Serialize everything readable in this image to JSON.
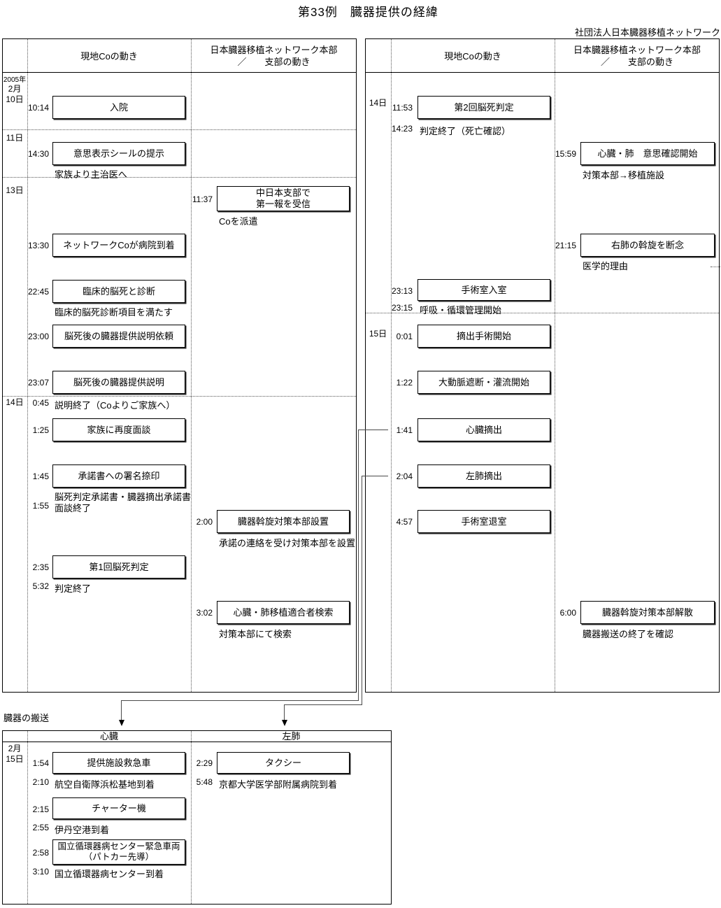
{
  "title": "第33例　臓器提供の経緯",
  "org": "社団法人日本臓器移植ネットワーク",
  "headers": {
    "local": "現地Coの動き",
    "hq": "日本臓器移植ネットワーク本部\n／　　支部の動き"
  },
  "left": {
    "dates": {
      "year": "2005年",
      "d10": "2月\n10日",
      "d11": "11日",
      "d13": "13日",
      "d14": "14日"
    },
    "events": [
      {
        "time": "10:14",
        "box": "入院"
      },
      {
        "time": "14:30",
        "box": "意思表示シールの提示",
        "note": "家族より主治医へ"
      },
      {
        "time": "11:37",
        "box": "中日本支部で\n第一報を受信",
        "note": "Coを派遣"
      },
      {
        "time": "13:30",
        "box": "ネットワークCoが病院到着"
      },
      {
        "time": "22:45",
        "box": "臨床的脳死と診断",
        "note": "臨床的脳死診断項目を満たす"
      },
      {
        "time": "23:00",
        "box": "脳死後の臓器提供説明依頼"
      },
      {
        "time": "23:07",
        "box": "脳死後の臓器提供説明"
      },
      {
        "time": "0:45",
        "text": "説明終了（Coよりご家族へ）"
      },
      {
        "time": "1:25",
        "box": "家族に再度面談"
      },
      {
        "time": "1:45",
        "box": "承諾書への署名捺印",
        "note": "脳死判定承諾書・臓器摘出承諾書"
      },
      {
        "time": "1:55",
        "text": "面談終了"
      },
      {
        "time": "2:00",
        "box": "臓器斡旋対策本部設置",
        "note": "承諾の連絡を受け対策本部を設置"
      },
      {
        "time": "2:35",
        "box": "第1回脳死判定"
      },
      {
        "time": "5:32",
        "text": "判定終了"
      },
      {
        "time": "3:02",
        "box": "心臓・肺移植適合者検索",
        "note": "対策本部にて検索"
      }
    ]
  },
  "right": {
    "dates": {
      "d14": "14日",
      "d15": "15日"
    },
    "events": [
      {
        "time": "11:53",
        "box": "第2回脳死判定"
      },
      {
        "time": "14:23",
        "text": "判定終了（死亡確認）"
      },
      {
        "time": "15:59",
        "box": "心臓・肺　意思確認開始",
        "note": "対策本部→移植施設"
      },
      {
        "time": "21:15",
        "box": "右肺の斡旋を断念",
        "note": "医学的理由"
      },
      {
        "time": "23:13",
        "box": "手術室入室"
      },
      {
        "time": "23:15",
        "text": "呼吸・循環管理開始"
      },
      {
        "time": "0:01",
        "box": "摘出手術開始"
      },
      {
        "time": "1:22",
        "box": "大動脈遮断・灌流開始"
      },
      {
        "time": "1:41",
        "box": "心臓摘出"
      },
      {
        "time": "2:04",
        "box": "左肺摘出"
      },
      {
        "time": "4:57",
        "box": "手術室退室"
      },
      {
        "time": "6:00",
        "box": "臓器斡旋対策本部解散",
        "note": "臓器搬送の終了を確認"
      }
    ]
  },
  "transport": {
    "label": "臓器の搬送",
    "date": "2月\n15日",
    "col_heart": "心臓",
    "col_lung": "左肺",
    "heart_events": [
      {
        "time": "1:54",
        "box": "提供施設救急車",
        "note_time": "2:10",
        "note": "航空自衛隊浜松基地到着"
      },
      {
        "time": "2:15",
        "box": "チャーター機",
        "note_time": "2:55",
        "note": "伊丹空港到着"
      },
      {
        "time": "2:58",
        "box": "国立循環器病センター緊急車両\n（パトカー先導）",
        "note_time": "3:10",
        "note": "国立循環器病センター到着"
      }
    ],
    "lung_events": [
      {
        "time": "2:29",
        "box": "タクシー",
        "note_time": "5:48",
        "note": "京都大学医学部附属病院到着"
      }
    ]
  }
}
